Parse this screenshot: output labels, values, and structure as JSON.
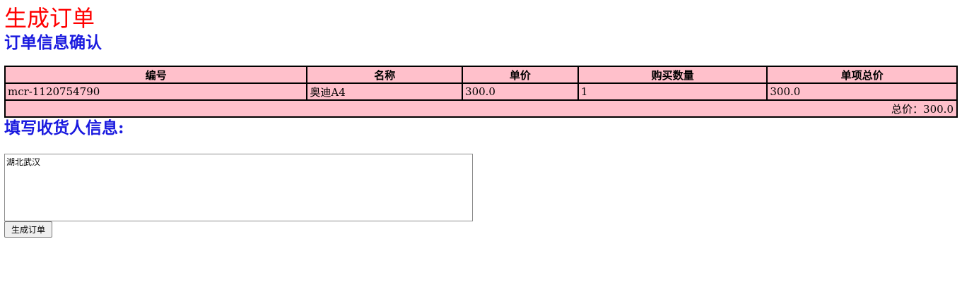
{
  "page": {
    "title": "生成订单"
  },
  "order": {
    "section_title": "订单信息确认",
    "columns": [
      "编号",
      "名称",
      "单价",
      "购买数量",
      "单项总价"
    ],
    "rows": [
      {
        "id": "mcr-1120754790",
        "name": "奥迪A4",
        "unit_price": "300.0",
        "quantity": "1",
        "subtotal": "300.0"
      }
    ],
    "total_text": "总价：300.0"
  },
  "receiver": {
    "section_title": "填写收货人信息:",
    "address_value": "湖北武汉"
  },
  "actions": {
    "submit_label": "生成订单"
  },
  "colors": {
    "title": "#ff0000",
    "section_title": "#1a1adf",
    "table_background": "#ffc0cb"
  }
}
